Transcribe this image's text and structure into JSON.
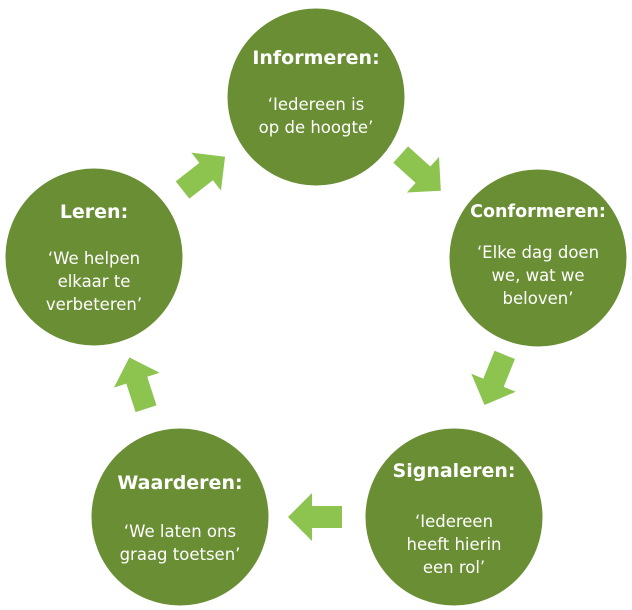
{
  "colors": {
    "circle": "#6a8e34",
    "circle_border": "#ffffff",
    "arrow": "#8dc450",
    "text": "#ffffff",
    "background": "#ffffff"
  },
  "cycle": {
    "nodes": [
      {
        "id": "informeren",
        "title": "Informeren:",
        "lines": [
          "‘Iedereen is",
          "op de hoogte’"
        ]
      },
      {
        "id": "conformeren",
        "title": "Conformeren:",
        "lines": [
          "‘Elke dag doen",
          "we, wat we",
          "beloven’"
        ]
      },
      {
        "id": "signaleren",
        "title": "Signaleren:",
        "lines": [
          "‘Iedereen",
          "heeft hierin",
          "een rol’"
        ]
      },
      {
        "id": "waarderen",
        "title": "Waarderen:",
        "lines": [
          "‘We laten ons",
          "graag toetsen’"
        ]
      },
      {
        "id": "leren",
        "title": "Leren:",
        "lines": [
          "‘We helpen",
          "elkaar te",
          "verbeteren’"
        ]
      }
    ],
    "arrows": [
      {
        "from": "informeren",
        "to": "conformeren",
        "icon": "arrow-right-down-icon"
      },
      {
        "from": "conformeren",
        "to": "signaleren",
        "icon": "arrow-down-icon"
      },
      {
        "from": "signaleren",
        "to": "waarderen",
        "icon": "arrow-left-icon"
      },
      {
        "from": "waarderen",
        "to": "leren",
        "icon": "arrow-up-icon"
      },
      {
        "from": "leren",
        "to": "informeren",
        "icon": "arrow-up-right-icon"
      }
    ]
  }
}
